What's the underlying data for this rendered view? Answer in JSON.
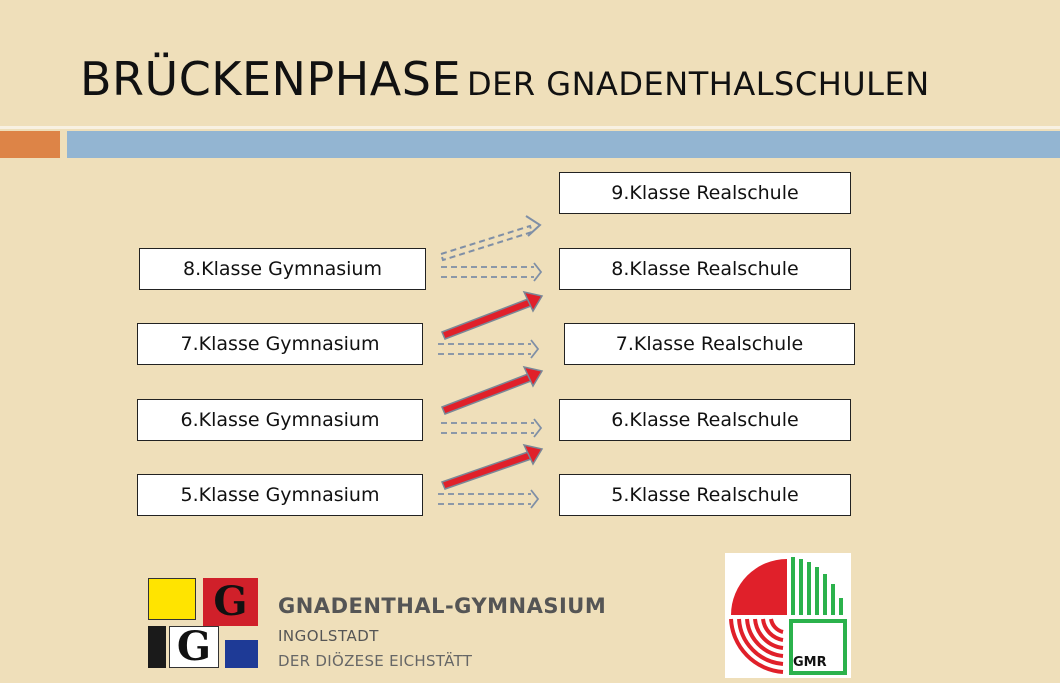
{
  "slide": {
    "title_main": "BRÜCKENPHASE",
    "title_sub": "DER GNADENTHALSCHULEN"
  },
  "diagram": {
    "left": [
      {
        "label": "8.Klasse Gymnasium"
      },
      {
        "label": "7.Klasse Gymnasium"
      },
      {
        "label": "6.Klasse Gymnasium"
      },
      {
        "label": "5.Klasse Gymnasium"
      }
    ],
    "right": [
      {
        "label": "9.Klasse Realschule"
      },
      {
        "label": "8.Klasse Realschule"
      },
      {
        "label": "7.Klasse Realschule"
      },
      {
        "label": "6.Klasse Realschule"
      },
      {
        "label": "5.Klasse Realschule"
      }
    ],
    "arrow_colors": {
      "dashed": "#7F8FA6",
      "solid_fill": "#E0202A",
      "solid_outline": "#7A8797"
    }
  },
  "logos": {
    "gg_letter": "G",
    "school_name": "GNADENTHAL-GYMNASIUM",
    "school_city": "INGOLSTADT",
    "school_diocese": "DER DIÖZESE EICHSTÄTT",
    "gmr_text": "GMR"
  },
  "colors": {
    "background": "#EFDFBA",
    "accent_orange": "#DD8447",
    "accent_blue": "#93B5D2"
  }
}
